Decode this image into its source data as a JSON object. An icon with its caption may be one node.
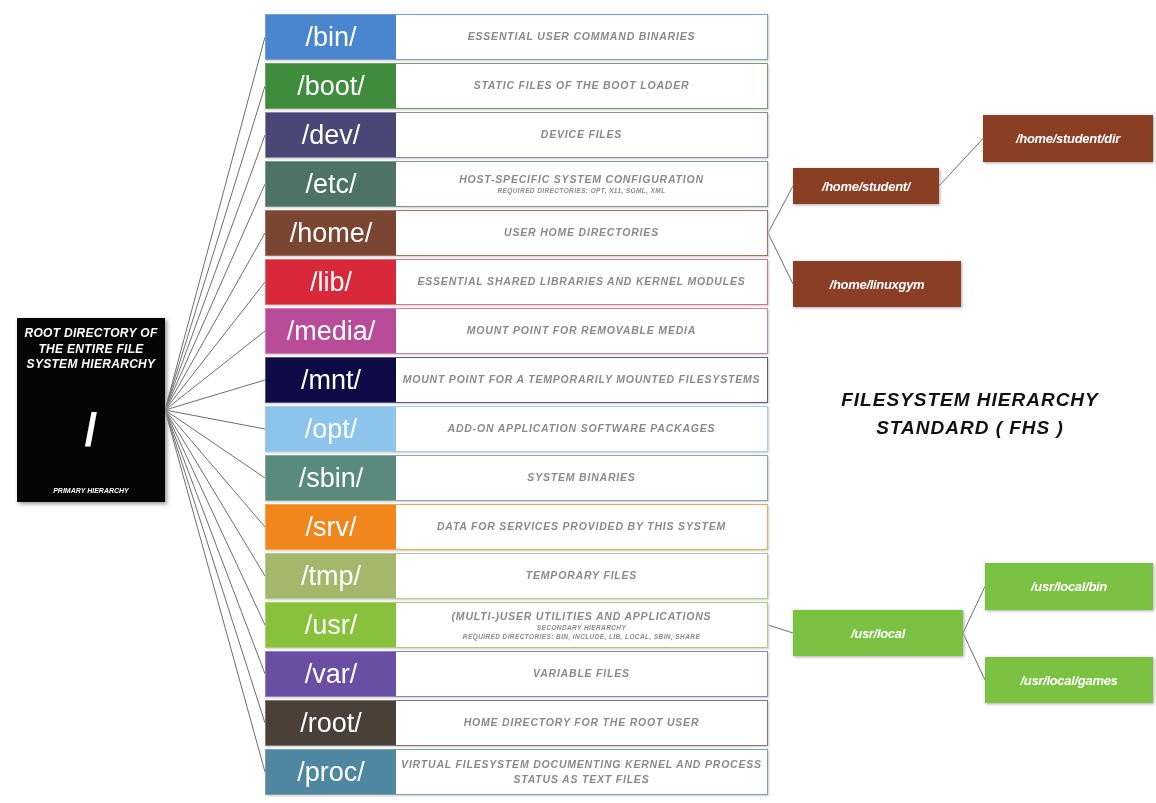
{
  "diagram": {
    "title": "FILESYSTEM HIERARCHY STANDARD ( FHS )",
    "nodes": [
      {
        "text": [
          "ROOT DIRECTORY OF THE ENTIRE FILE SYSTEM HIERARCHY",
          "/",
          "PRIMARY HIERARCHY"
        ]
      },
      {
        "text": [
          "/bin/",
          "ESSENTIAL USER COMMAND BINARIES"
        ]
      },
      {
        "text": [
          "/boot/",
          "STATIC FILES OF THE BOOT LOADER"
        ]
      },
      {
        "text": [
          "/dev/",
          "DEVICE FILES"
        ]
      },
      {
        "text": [
          "/etc/",
          "HOST-SPECIFIC SYSTEM CONFIGURATION",
          "REQUIRED DIRECTORIES: OPT, X11, SGML, XML"
        ]
      },
      {
        "text": [
          "/home/",
          "USER HOME DIRECTORIES"
        ]
      },
      {
        "text": [
          "/lib/",
          "ESSENTIAL SHARED LIBRARIES AND KERNEL MODULES"
        ]
      },
      {
        "text": [
          "/media/",
          "MOUNT POINT FOR REMOVABLE MEDIA"
        ]
      },
      {
        "text": [
          "/mnt/",
          "MOUNT POINT FOR A TEMPORARILY MOUNTED FILESYSTEMS"
        ]
      },
      {
        "text": [
          "/opt/",
          "ADD-ON APPLICATION SOFTWARE PACKAGES"
        ]
      },
      {
        "text": [
          "/sbin/",
          "SYSTEM BINARIES"
        ]
      },
      {
        "text": [
          "/srv/",
          "DATA FOR SERVICES PROVIDED BY THIS SYSTEM"
        ]
      },
      {
        "text": [
          "/tmp/",
          "TEMPORARY FILES"
        ]
      },
      {
        "text": [
          "/usr/",
          "(MULTI-)USER UTILITIES AND APPLICATIONS",
          "SECONDARY HIERARCHY",
          "REQUIRED DIRECTORIES: BIN, INCLUDE, LIB, LOCAL, SBIN, SHARE"
        ]
      },
      {
        "text": [
          "/var/",
          "VARIABLE FILES"
        ]
      },
      {
        "text": [
          "/root/",
          "HOME DIRECTORY FOR THE ROOT USER"
        ]
      },
      {
        "text": [
          "/proc/",
          "VIRTUAL FILESYSTEM DOCUMENTING KERNEL AND PROCESS STATUS AS TEXT FILES"
        ]
      },
      {
        "text": [
          "/home/student/"
        ]
      },
      {
        "text": [
          "/home/student/dir"
        ]
      },
      {
        "text": [
          "/home/linuxgym"
        ]
      },
      {
        "text": [
          "/usr/local"
        ]
      },
      {
        "text": [
          "/usr/local/bin"
        ]
      },
      {
        "text": [
          "/usr/local/games"
        ]
      }
    ],
    "edges": [
      {
        "from": 0,
        "to": 1,
        "arrow": "none"
      },
      {
        "from": 0,
        "to": 2,
        "arrow": "none"
      },
      {
        "from": 0,
        "to": 3,
        "arrow": "none"
      },
      {
        "from": 0,
        "to": 4,
        "arrow": "none"
      },
      {
        "from": 0,
        "to": 5,
        "arrow": "none"
      },
      {
        "from": 0,
        "to": 6,
        "arrow": "none"
      },
      {
        "from": 0,
        "to": 7,
        "arrow": "none"
      },
      {
        "from": 0,
        "to": 8,
        "arrow": "none"
      },
      {
        "from": 0,
        "to": 9,
        "arrow": "none"
      },
      {
        "from": 0,
        "to": 10,
        "arrow": "none"
      },
      {
        "from": 0,
        "to": 11,
        "arrow": "none"
      },
      {
        "from": 0,
        "to": 12,
        "arrow": "none"
      },
      {
        "from": 0,
        "to": 13,
        "arrow": "none"
      },
      {
        "from": 0,
        "to": 14,
        "arrow": "none"
      },
      {
        "from": 0,
        "to": 15,
        "arrow": "none"
      },
      {
        "from": 0,
        "to": 16,
        "arrow": "none"
      },
      {
        "from": 5,
        "to": 17,
        "arrow": "none"
      },
      {
        "from": 17,
        "to": 18,
        "arrow": "none"
      },
      {
        "from": 5,
        "to": 19,
        "arrow": "none"
      },
      {
        "from": 13,
        "to": 20,
        "arrow": "none"
      },
      {
        "from": 20,
        "to": 21,
        "arrow": "none"
      },
      {
        "from": 20,
        "to": 22,
        "arrow": "none"
      }
    ]
  }
}
